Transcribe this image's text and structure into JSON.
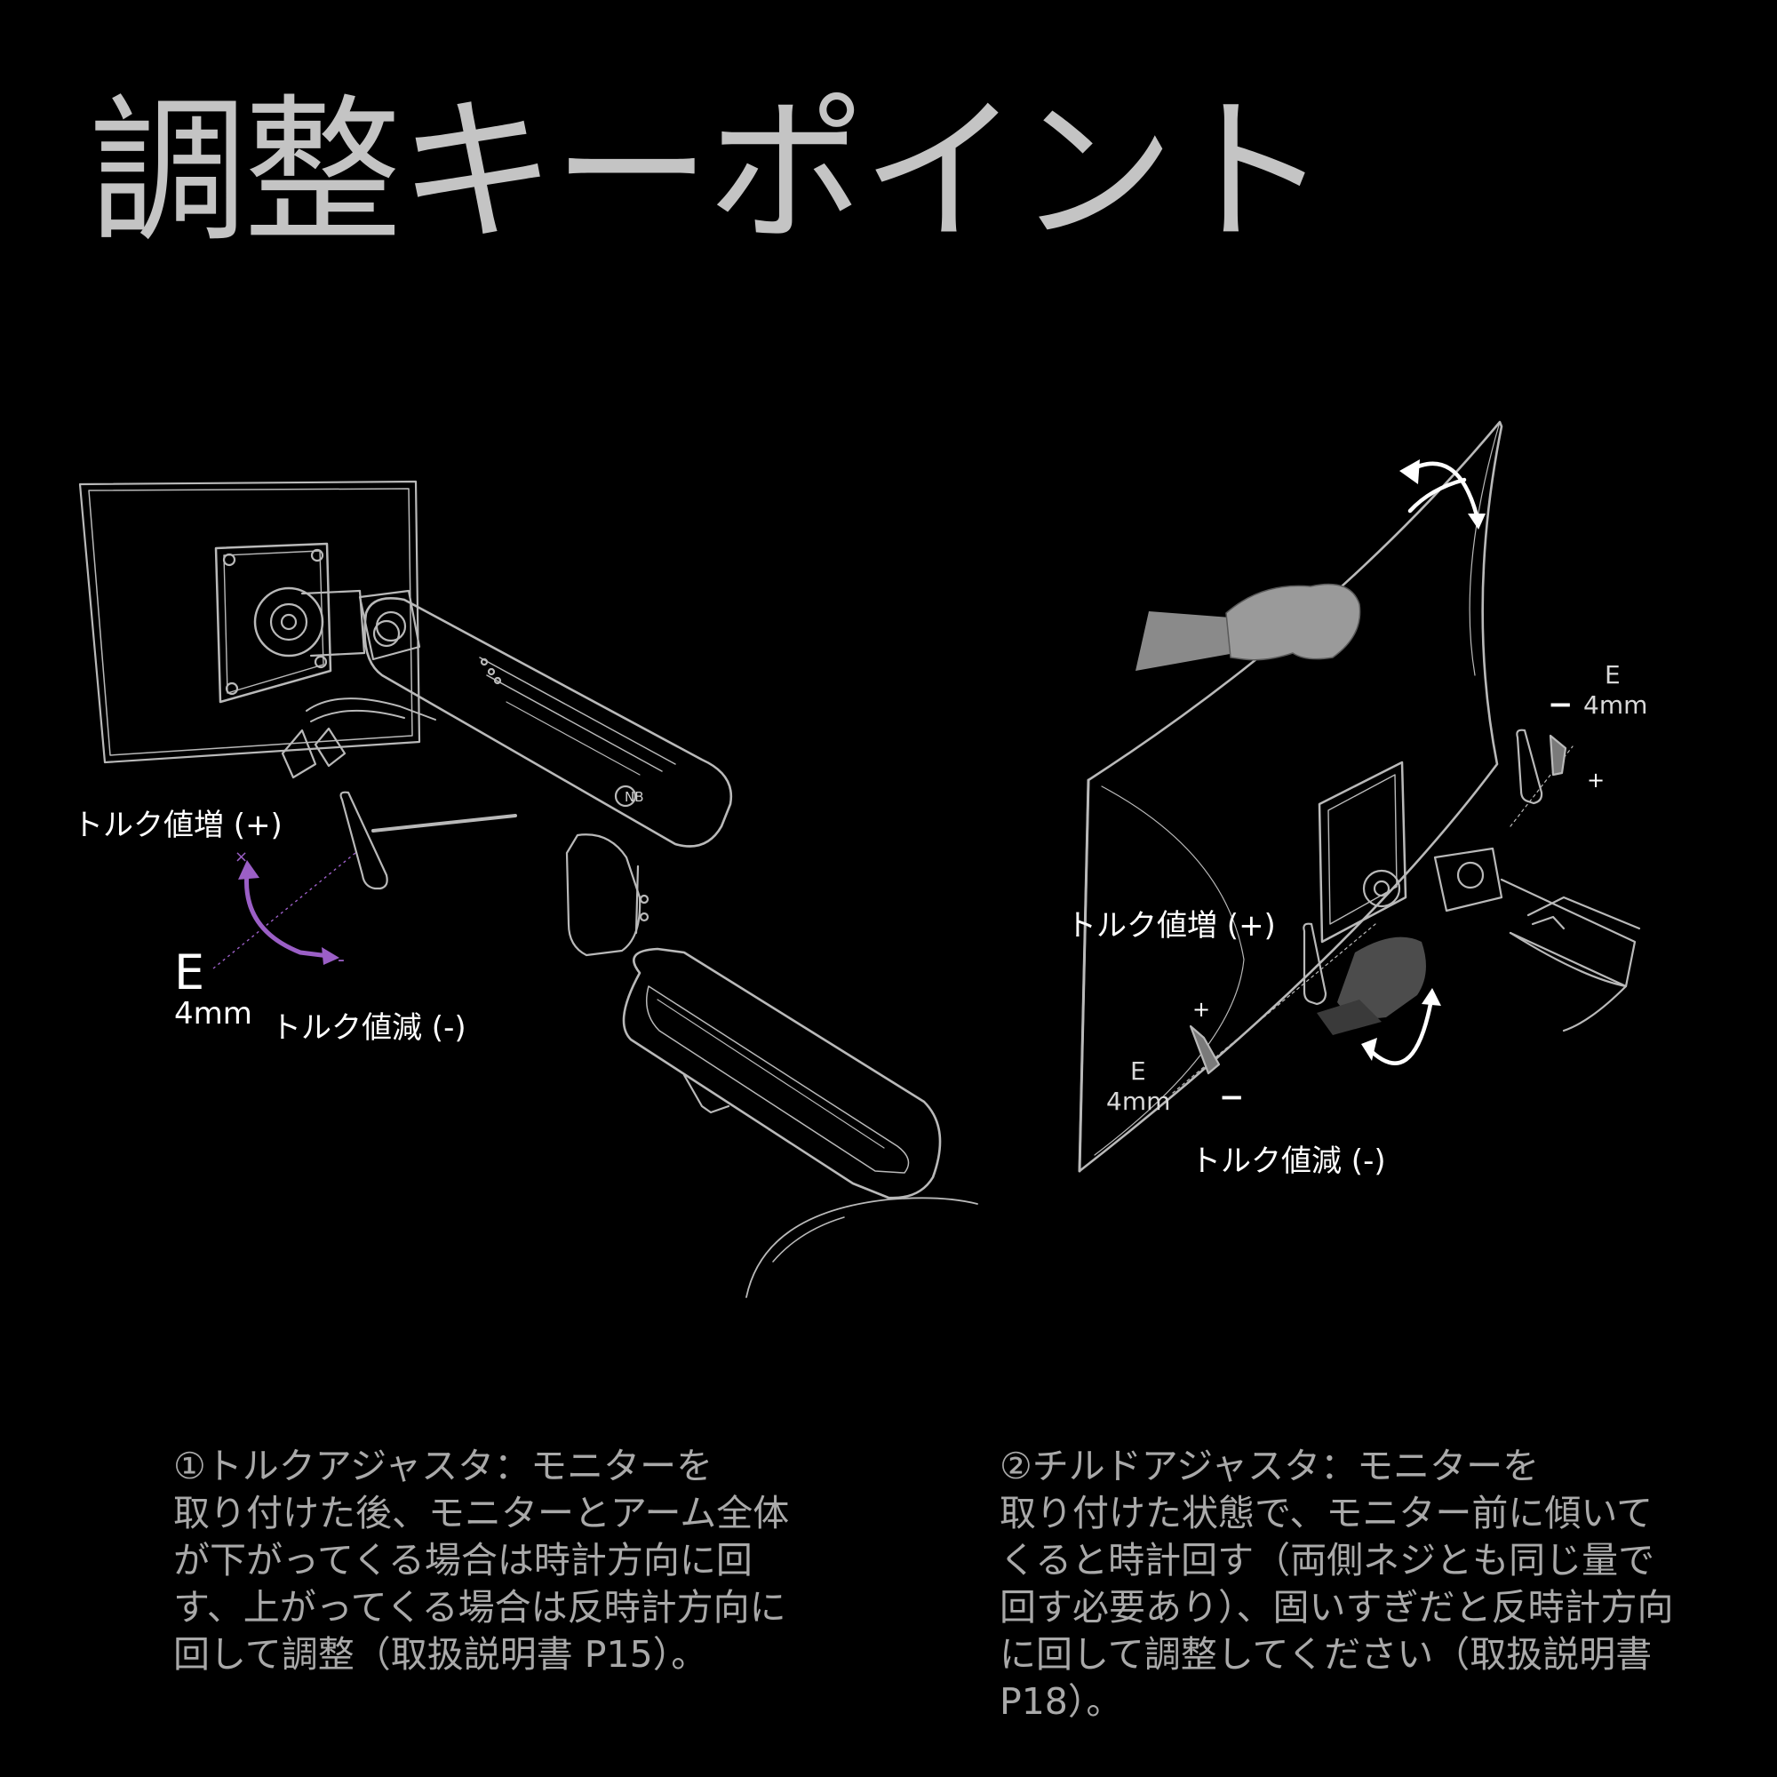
{
  "title": "調整キーポイント",
  "colors": {
    "accent": "#9b5fc6",
    "line": "#b9b9b9",
    "text": "#ffffff",
    "caption": "#a9a9a9"
  },
  "left_diagram": {
    "torque_increase": "トルク値増 (+)",
    "torque_decrease": "トルク値減 (-)",
    "key_letter": "E",
    "key_size": "4mm",
    "plus_mark": "×",
    "minus_mark": "-"
  },
  "right_diagram": {
    "torque_increase": "トルク値増 (+)",
    "torque_decrease": "トルク値減 (-)",
    "upper_key_letter": "E",
    "upper_key_size": "4mm",
    "lower_key_letter": "E",
    "lower_key_size": "4mm",
    "plus": "+",
    "minus": "−"
  },
  "captions": [
    {
      "text": "①トルクアジャスタ：モニターを\n取り付けた後、モニターとアーム全体\nが下がってくる場合は時計方向に回\nす、上がってくる場合は反時計方向に\n回して調整（取扱説明書 P15）。"
    },
    {
      "text": "②チルドアジャスタ：モニターを\n取り付けた状態で、モニター前に傾いて\nくると時計回す（両側ネジとも同じ量で\n回す必要あり）、固いすぎだと反時計方向\nに回して調整してください（取扱説明書\nP18）。"
    }
  ]
}
